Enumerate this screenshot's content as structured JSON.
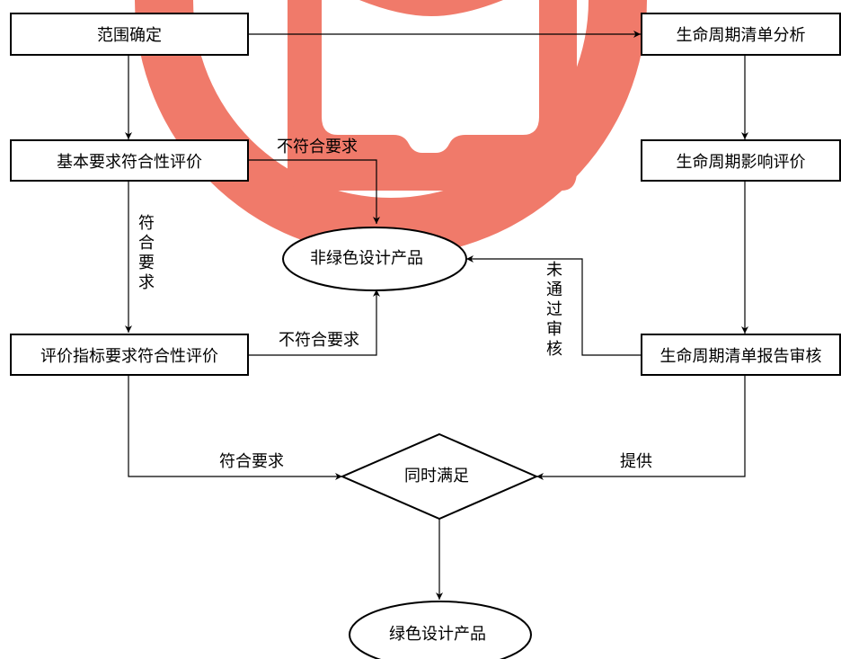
{
  "nodes": {
    "scope": "范围确定",
    "basic_eval": "基本要求符合性评价",
    "indicator_eval": "评价指标要求符合性评价",
    "inventory": "生命周期清单分析",
    "impact": "生命周期影响评价",
    "review": "生命周期清单报告审核",
    "non_green": "非绿色设计产品",
    "both": "同时满足",
    "green": "绿色设计产品"
  },
  "edges": {
    "basic_fail": "不符合要求",
    "basic_pass": "符合要求",
    "indicator_fail": "不符合要求",
    "indicator_pass": "符合要求",
    "review_fail": "未通过审核",
    "review_provide": "提供"
  },
  "colors": {
    "watermark": "#f07a6a",
    "stroke": "#000000"
  }
}
